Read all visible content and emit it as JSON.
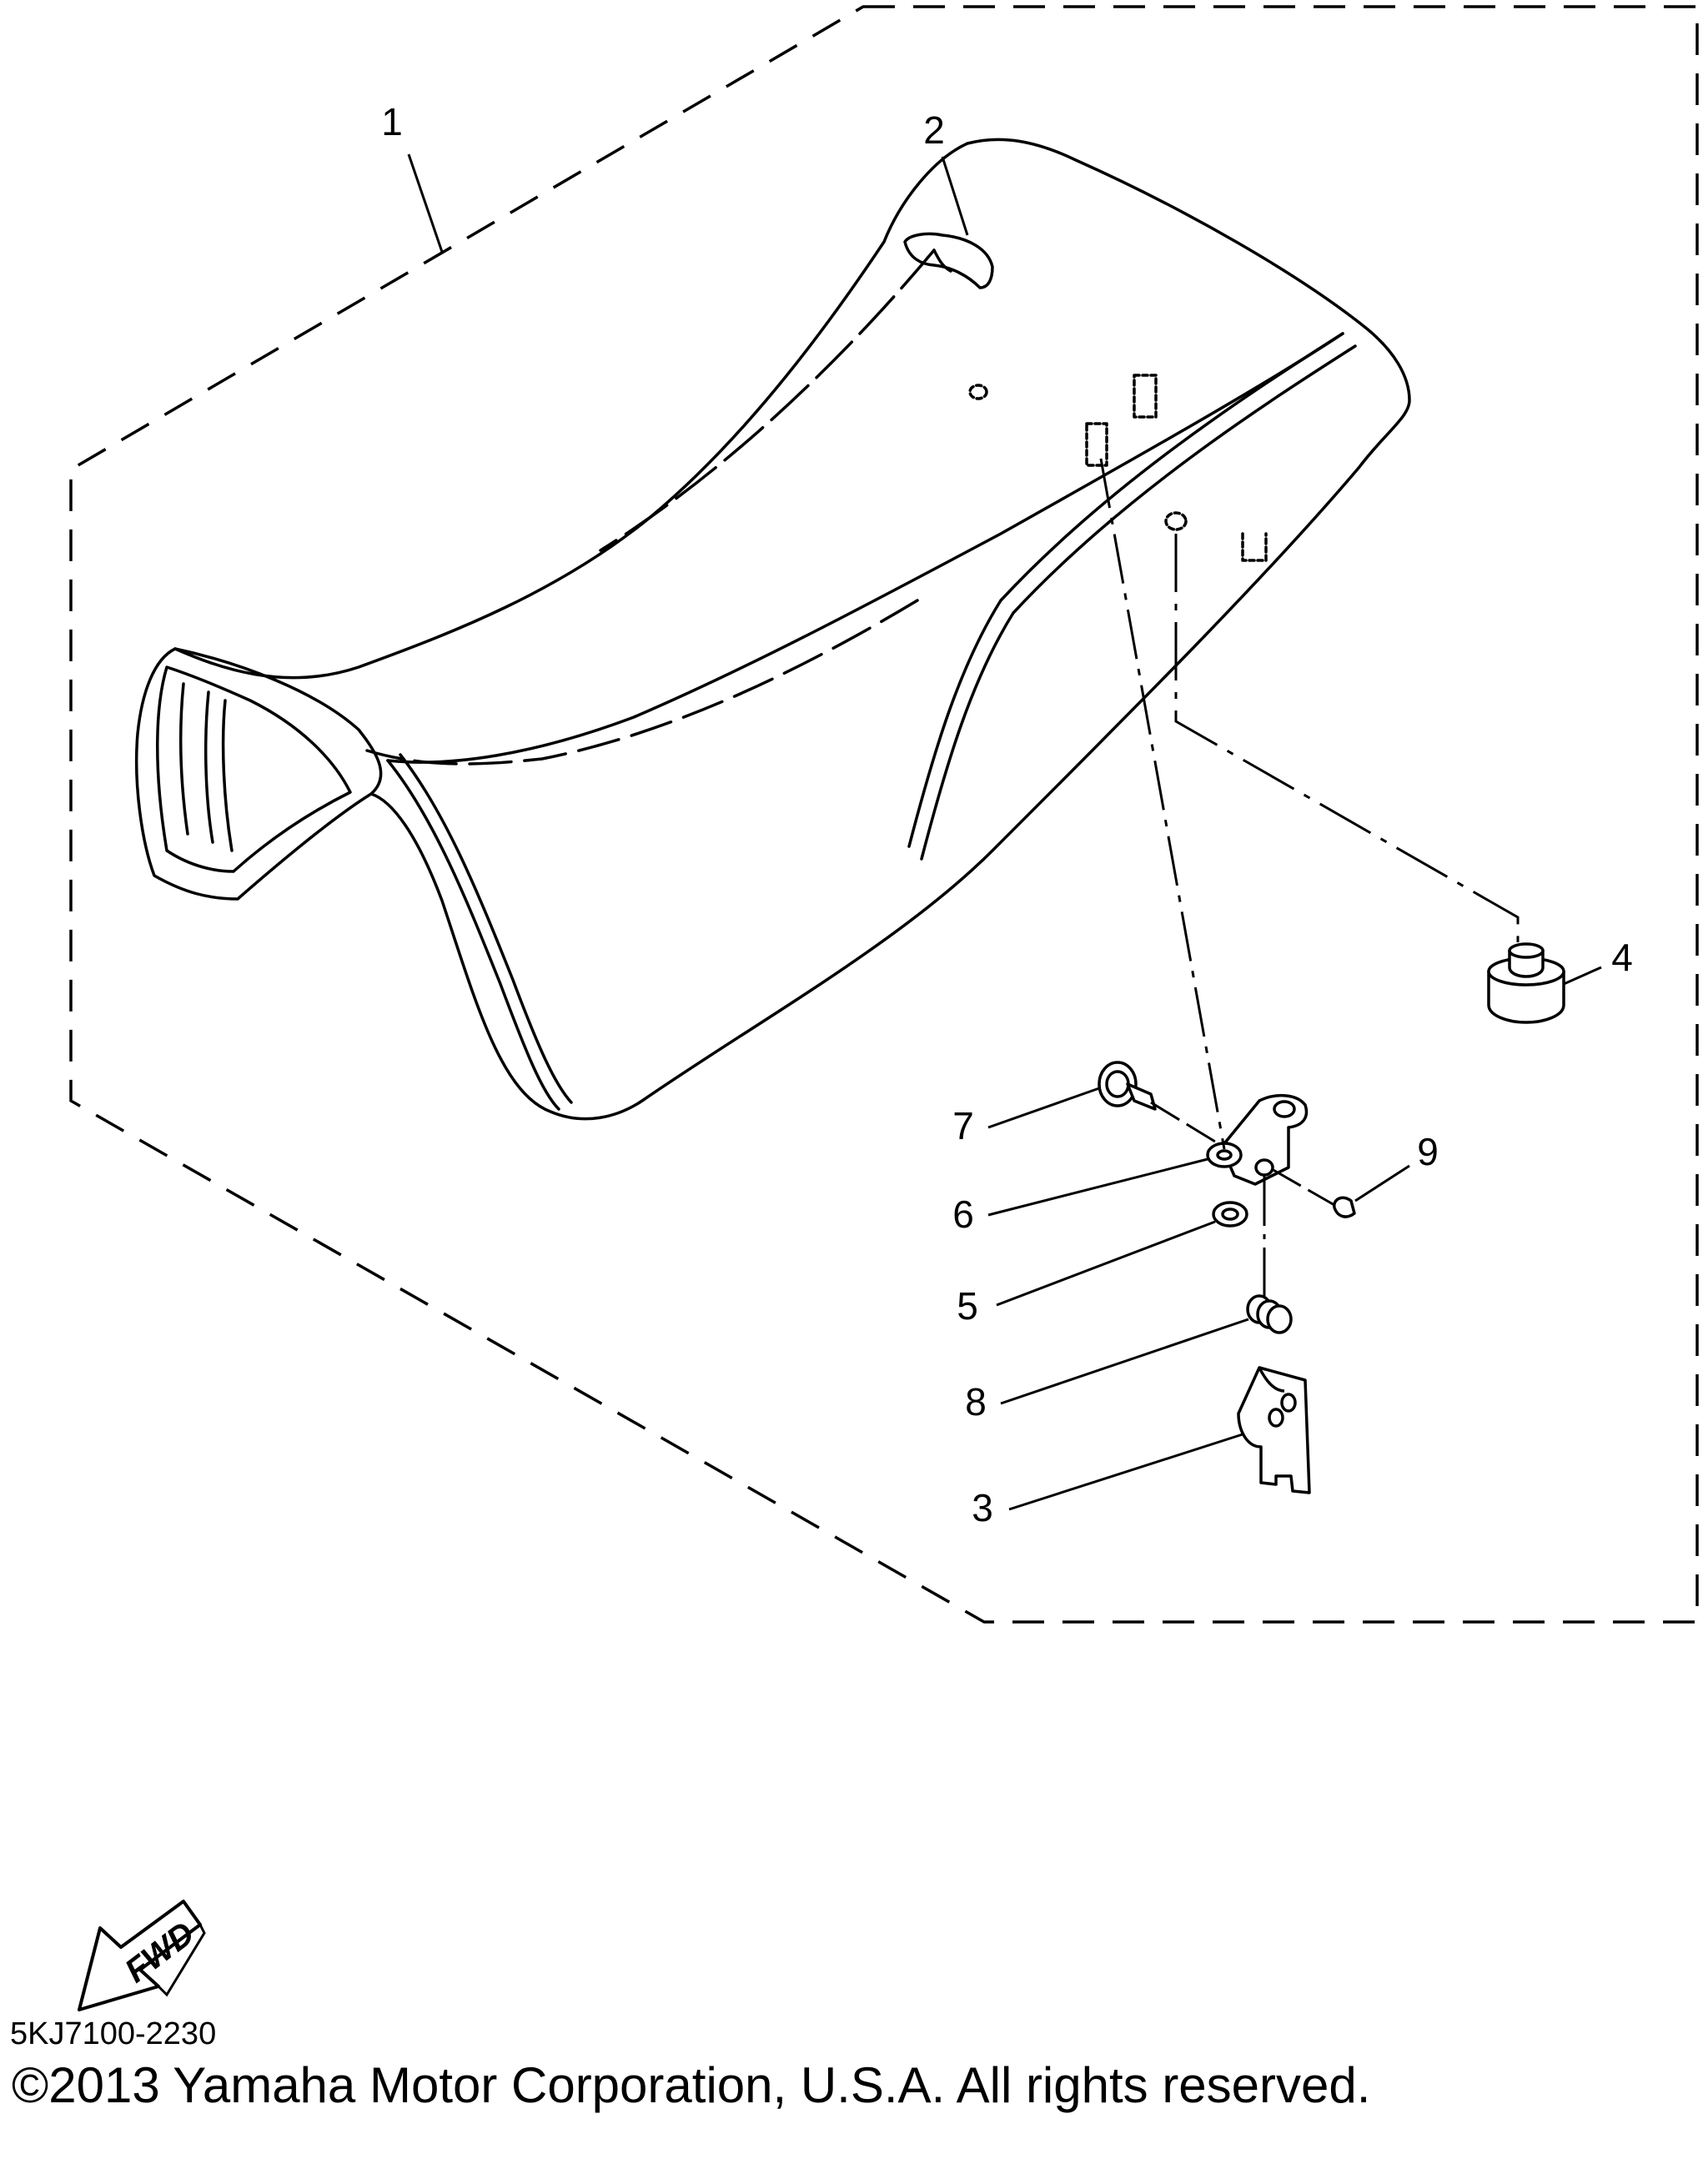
{
  "diagram": {
    "callouts": [
      {
        "id": "1",
        "label": "1"
      },
      {
        "id": "2",
        "label": "2"
      },
      {
        "id": "3",
        "label": "3"
      },
      {
        "id": "4",
        "label": "4"
      },
      {
        "id": "5",
        "label": "5"
      },
      {
        "id": "6",
        "label": "6"
      },
      {
        "id": "7",
        "label": "7"
      },
      {
        "id": "8",
        "label": "8"
      },
      {
        "id": "9",
        "label": "9"
      }
    ],
    "direction_marker": "FWD",
    "line_color": "#000000",
    "background_color": "#ffffff"
  },
  "footer": {
    "diagram_code": "5KJ7100-2230",
    "copyright": "©2013 Yamaha Motor Corporation, U.S.A. All rights reserved."
  }
}
